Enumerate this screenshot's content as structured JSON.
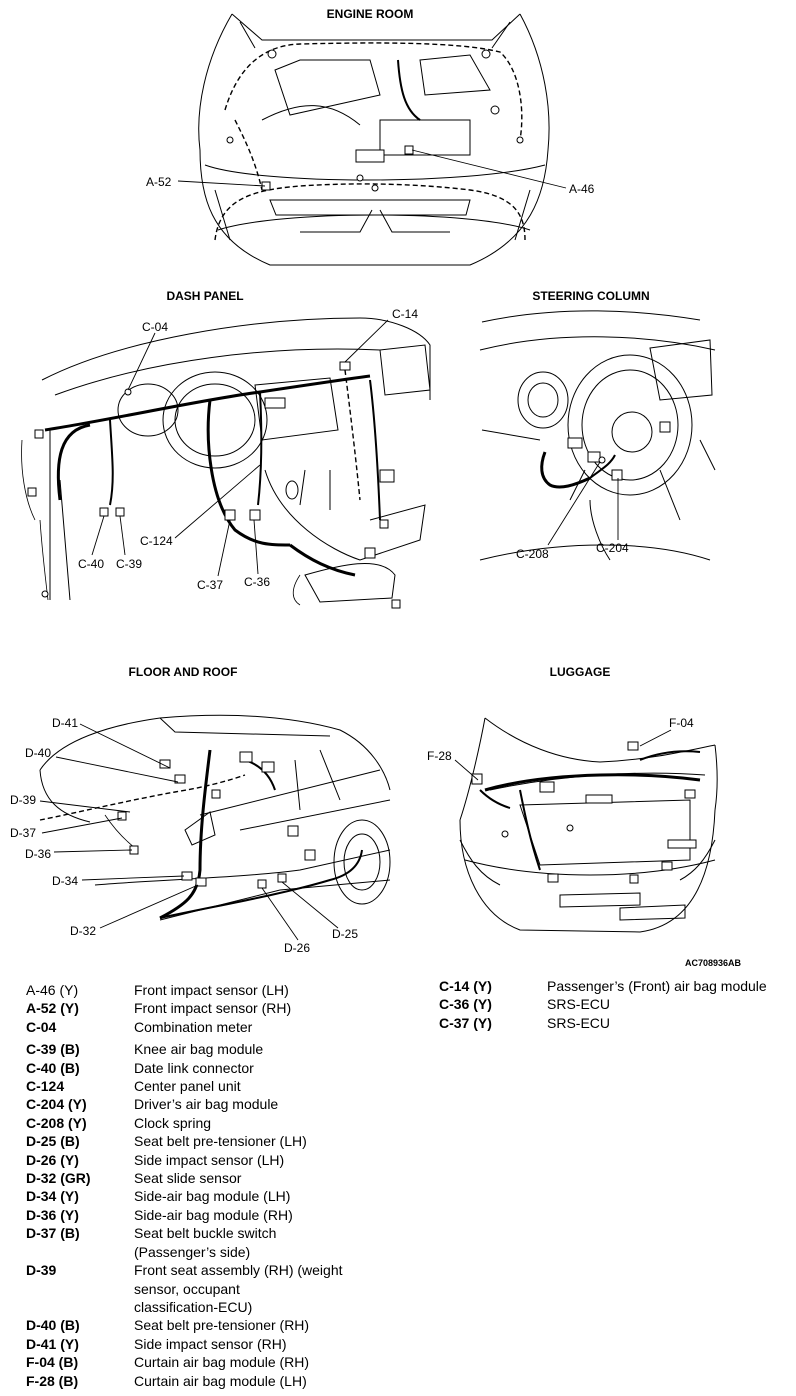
{
  "figure": {
    "sections": {
      "engine_room": "ENGINE ROOM",
      "dash_panel": "DASH PANEL",
      "steering_column": "STEERING COLUMN",
      "floor_and_roof": "FLOOR AND ROOF",
      "luggage": "LUGGAGE"
    },
    "callouts": {
      "a52": "A-52",
      "a46": "A-46",
      "c04": "C-04",
      "c14": "C-14",
      "c124": "C-124",
      "c40": "C-40",
      "c39": "C-39",
      "c37": "C-37",
      "c36": "C-36",
      "c208": "C-208",
      "c204": "C-204",
      "d41": "D-41",
      "d40": "D-40",
      "d39": "D-39",
      "d37": "D-37",
      "d36": "D-36",
      "d34": "D-34",
      "d32": "D-32",
      "d26": "D-26",
      "d25": "D-25",
      "f04": "F-04",
      "f28": "F-28"
    },
    "reference": "AC708936AB"
  },
  "legend_left": [
    {
      "code": "A-46 (Y)",
      "bold": false,
      "desc": [
        "Front impact sensor (LH)"
      ]
    },
    {
      "code": "A-52 (Y)",
      "bold": true,
      "desc": [
        "Front impact sensor (RH)"
      ]
    },
    {
      "code": "C-04",
      "bold": true,
      "desc": [
        "Combination meter"
      ]
    },
    {
      "code": "C-39 (B)",
      "bold": true,
      "desc": [
        "Knee air bag module"
      ]
    },
    {
      "code": "C-40 (B)",
      "bold": true,
      "desc": [
        "Date link connector"
      ]
    },
    {
      "code": "C-124",
      "bold": true,
      "desc": [
        "Center panel unit"
      ]
    },
    {
      "code": "C-204 (Y)",
      "bold": true,
      "desc": [
        "Driver’s air bag module"
      ]
    },
    {
      "code": "C-208 (Y)",
      "bold": true,
      "desc": [
        "Clock spring"
      ]
    },
    {
      "code": "D-25 (B)",
      "bold": true,
      "desc": [
        "Seat belt pre-tensioner (LH)"
      ]
    },
    {
      "code": "D-26 (Y)",
      "bold": true,
      "desc": [
        "Side impact sensor (LH)"
      ]
    },
    {
      "code": "D-32 (GR)",
      "bold": true,
      "desc": [
        "Seat slide sensor"
      ]
    },
    {
      "code": "D-34 (Y)",
      "bold": true,
      "desc": [
        "Side-air bag module (LH)"
      ]
    },
    {
      "code": "D-36 (Y)",
      "bold": true,
      "desc": [
        "Side-air bag module (RH)"
      ]
    },
    {
      "code": "D-37 (B)",
      "bold": true,
      "desc": [
        "Seat belt buckle switch",
        "(Passenger’s side)"
      ]
    },
    {
      "code": "D-39",
      "bold": true,
      "desc": [
        "Front seat assembly (RH) (weight",
        "sensor, occupant",
        "classification-ECU)"
      ]
    },
    {
      "code": "D-40 (B)",
      "bold": true,
      "desc": [
        "Seat belt pre-tensioner (RH)"
      ]
    },
    {
      "code": "D-41 (Y)",
      "bold": true,
      "desc": [
        "Side impact sensor (RH)"
      ]
    },
    {
      "code": "F-04 (B)",
      "bold": true,
      "desc": [
        "Curtain air bag module (RH)"
      ]
    },
    {
      "code": "F-28 (B)",
      "bold": true,
      "desc": [
        "Curtain air bag module (LH)"
      ]
    }
  ],
  "legend_right": [
    {
      "code": "C-14 (Y)",
      "bold": true,
      "desc": [
        "Passenger’s (Front) air bag module"
      ]
    },
    {
      "code": "C-36 (Y)",
      "bold": true,
      "desc": [
        "SRS-ECU"
      ]
    },
    {
      "code": "C-37 (Y)",
      "bold": true,
      "desc": [
        "SRS-ECU"
      ]
    }
  ]
}
